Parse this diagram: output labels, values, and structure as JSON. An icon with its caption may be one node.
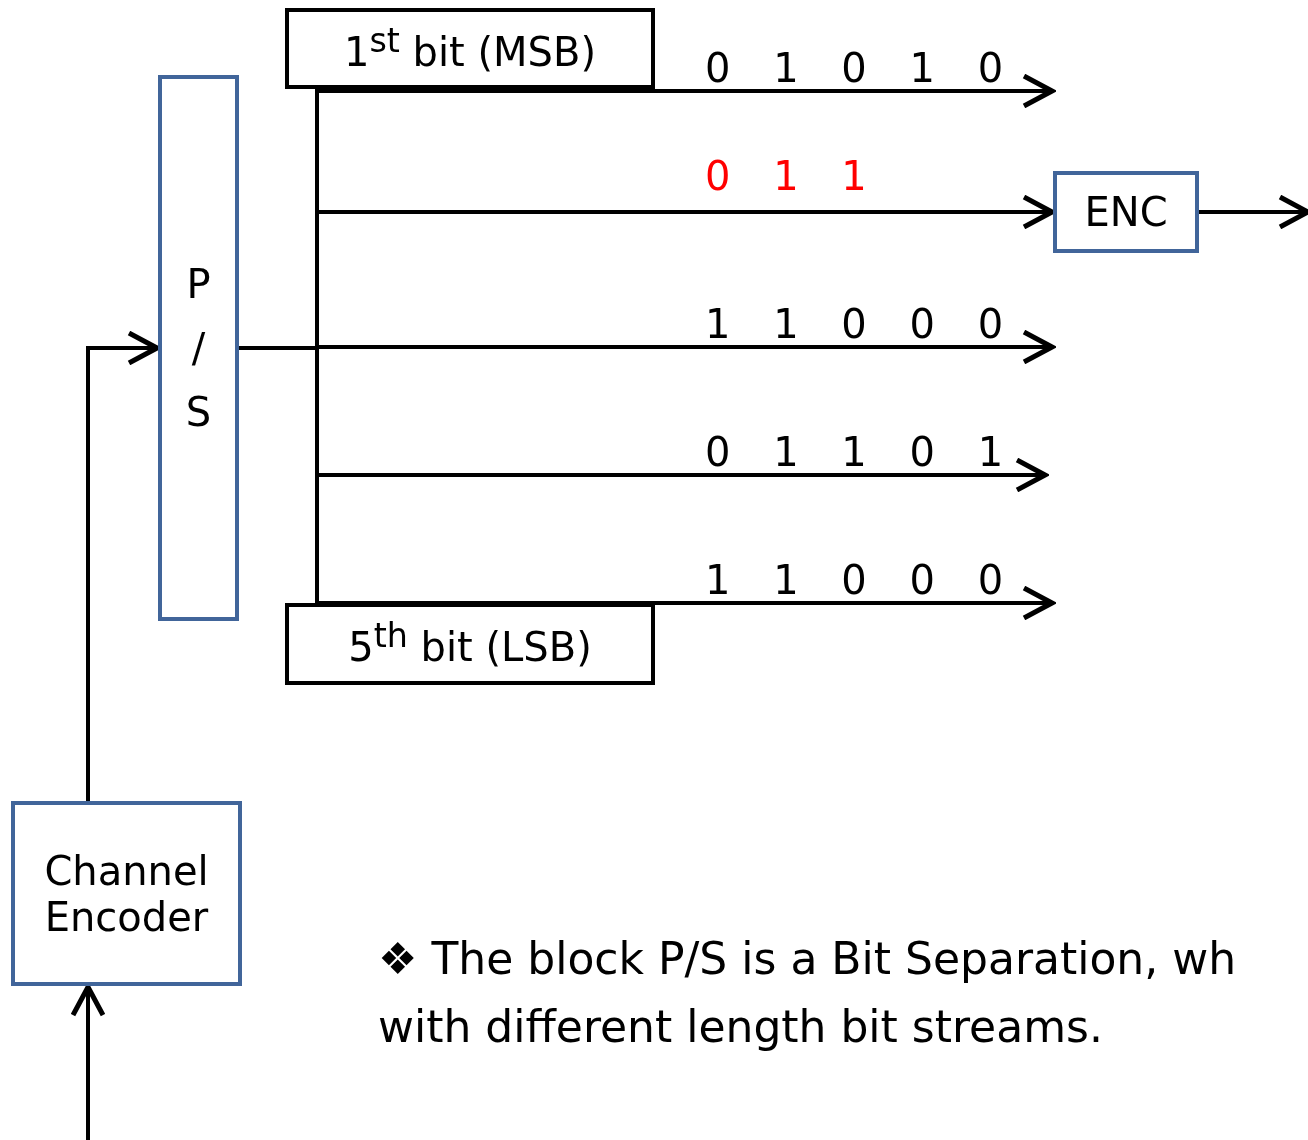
{
  "diagram": {
    "nodes": [
      {
        "text": [
          "1$^{st}$ bit (MSB)"
        ]
      },
      {
        "text": [
          "P/S"
        ]
      },
      {
        "text": [
          "ENC"
        ]
      },
      {
        "text": [
          "5$^{th}$ bit (LSB)"
        ]
      },
      {
        "text": [
          "Channel Encoder"
        ]
      }
    ],
    "edges": [
      {
        "from": 1,
        "to": null,
        "arrow": "to",
        "label": "0 1 0 1 0"
      },
      {
        "from": 1,
        "to": 2,
        "arrow": "to",
        "label": "0 1 1"
      },
      {
        "from": 1,
        "to": null,
        "arrow": "to",
        "label": "1 1 0 0 0"
      },
      {
        "from": 1,
        "to": null,
        "arrow": "to",
        "label": "0 1 1 0 1"
      },
      {
        "from": 1,
        "to": null,
        "arrow": "to",
        "label": "1 1 0 0 0"
      },
      {
        "from": 2,
        "to": null,
        "arrow": "to"
      },
      {
        "from": 4,
        "to": 1,
        "arrow": "to"
      },
      {
        "from": null,
        "to": 4,
        "arrow": "to"
      }
    ],
    "labels": [
      "❖ The block P/S is a Bit Separation, wh with different length bit streams."
    ]
  }
}
